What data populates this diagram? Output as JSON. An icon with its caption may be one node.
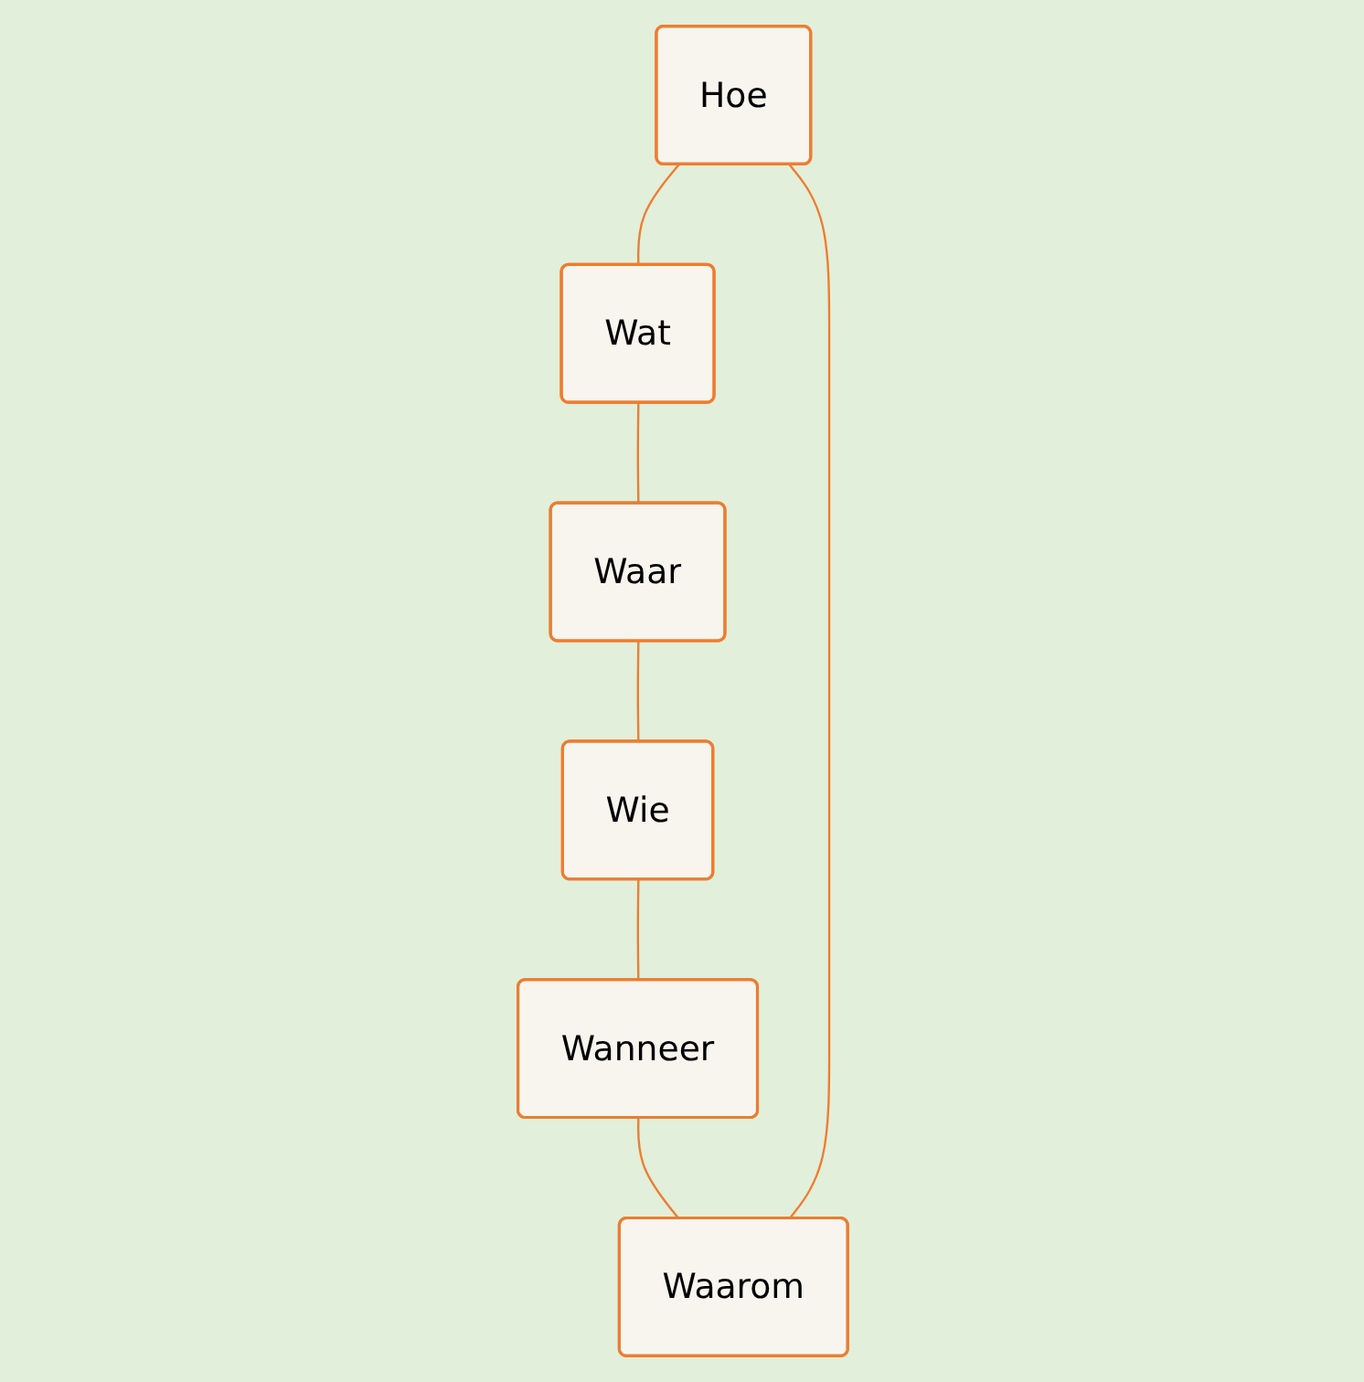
{
  "diagram": {
    "nodes": [
      {
        "text": [
          "Hoe"
        ]
      },
      {
        "text": [
          "Wat"
        ]
      },
      {
        "text": [
          "Waar"
        ]
      },
      {
        "text": [
          "Wie"
        ]
      },
      {
        "text": [
          "Wanneer"
        ]
      },
      {
        "text": [
          "Waarom"
        ]
      }
    ],
    "edges": [
      {
        "from": 0,
        "to": 1,
        "arrow": "none"
      },
      {
        "from": 1,
        "to": 2,
        "arrow": "none"
      },
      {
        "from": 2,
        "to": 3,
        "arrow": "none"
      },
      {
        "from": 3,
        "to": 4,
        "arrow": "none"
      },
      {
        "from": 4,
        "to": 5,
        "arrow": "none"
      },
      {
        "from": 5,
        "to": 0,
        "arrow": "none"
      }
    ]
  }
}
